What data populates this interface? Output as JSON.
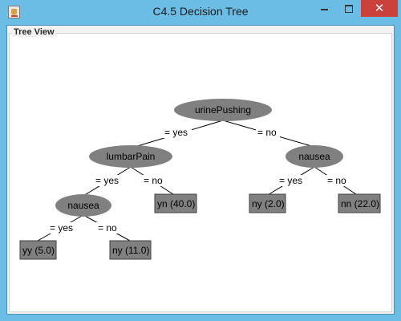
{
  "window": {
    "title": "C4.5 Decision Tree",
    "close_glyph": "✕"
  },
  "panel": {
    "label": "Tree View"
  },
  "tree": {
    "nodes": {
      "root": "urinePushing",
      "lumbar": "lumbarPain",
      "nausea_right": "nausea",
      "nausea_left": "nausea"
    },
    "edges": {
      "root_yes": "= yes",
      "root_no": "= no",
      "lumbar_yes": "= yes",
      "lumbar_no": "= no",
      "nauseaR_yes": "= yes",
      "nauseaR_no": "= no",
      "nauseaL_yes": "= yes",
      "nauseaL_no": "= no"
    },
    "leaves": {
      "yy": "yy (5.0)",
      "ny_left": "ny (11.0)",
      "yn": "yn (40.0)",
      "ny_right": "ny (2.0)",
      "nn": "nn (22.0)"
    }
  },
  "colors": {
    "node_fill": "#808080",
    "leaf_fill": "#808080",
    "titlebar": "#6cbde6",
    "close_button": "#c9413a"
  },
  "icons": {
    "app": "java-cup-icon",
    "minimize": "minimize-icon",
    "maximize": "maximize-icon",
    "close": "close-icon"
  }
}
